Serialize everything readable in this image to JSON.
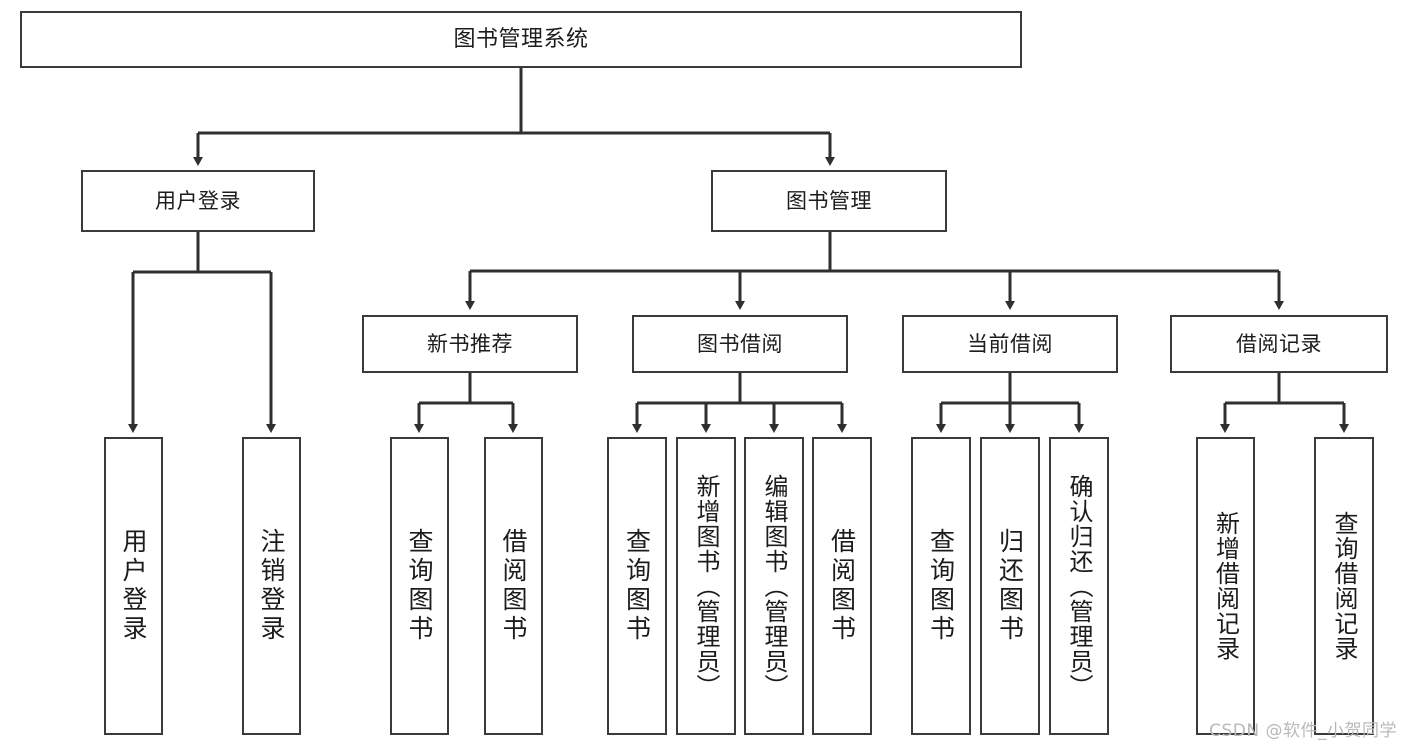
{
  "diagram": {
    "title": "图书管理系统",
    "type": "tree",
    "watermark": "CSDN @软件_小贺同学",
    "colors": {
      "box_border": "#3a3a3a",
      "box_fill": "#ffffff",
      "connector": "#2f2f2f",
      "text": "#1c1c1c",
      "watermark": "#b9b9b9"
    }
  },
  "root": {
    "label": "图书管理系统"
  },
  "level1": [
    {
      "label": "用户登录"
    },
    {
      "label": "图书管理"
    }
  ],
  "level2": [
    {
      "label": "新书推荐"
    },
    {
      "label": "图书借阅"
    },
    {
      "label": "当前借阅"
    },
    {
      "label": "借阅记录"
    }
  ],
  "leaves": {
    "user_login": [
      {
        "label": "用户登录"
      },
      {
        "label": "注销登录"
      }
    ],
    "new_book_recommend": [
      {
        "label": "查询图书"
      },
      {
        "label": "借阅图书"
      }
    ],
    "book_borrow": [
      {
        "label": "查询图书"
      },
      {
        "label": "新增图书（管理员）"
      },
      {
        "label": "编辑图书（管理员）"
      },
      {
        "label": "借阅图书"
      }
    ],
    "current_borrow": [
      {
        "label": "查询图书"
      },
      {
        "label": "归还图书"
      },
      {
        "label": "确认归还（管理员）"
      }
    ],
    "borrow_record": [
      {
        "label": "新增借阅记录"
      },
      {
        "label": "查询借阅记录"
      }
    ]
  }
}
